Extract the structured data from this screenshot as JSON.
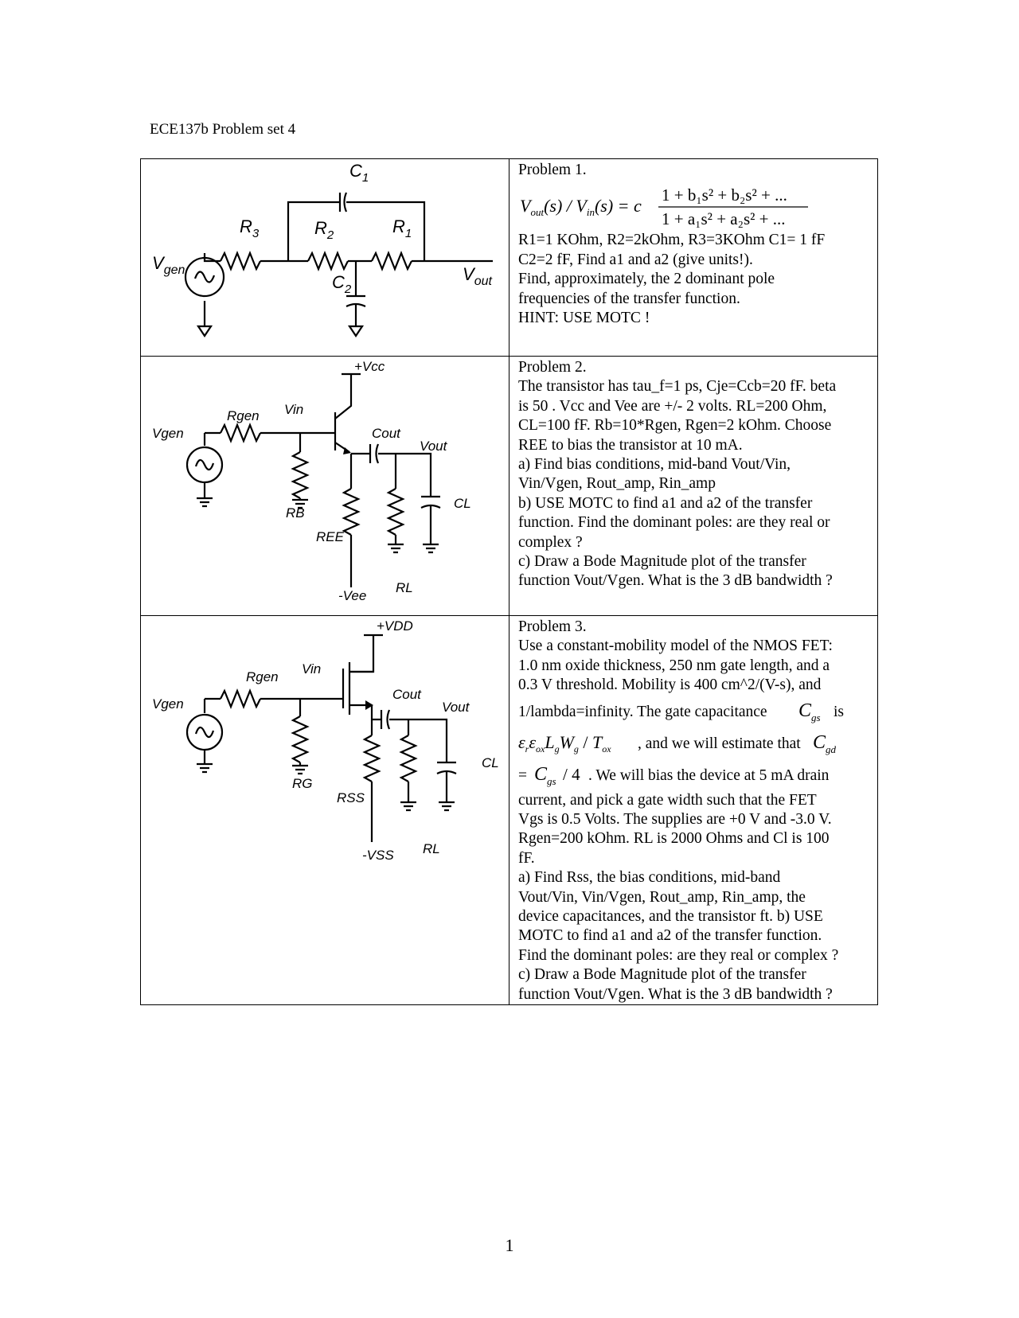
{
  "header": {
    "title": "ECE137b Problem set 4"
  },
  "problems": [
    {
      "heading": "Problem 1.",
      "equation": {
        "lhs": "V",
        "lhs_out": "out",
        "mid1": "(s) / V",
        "lhs_in": "in",
        "mid2": "(s) = c",
        "numerator": "1 + b₁s² + b₂s² + ...",
        "denominator": "1 + a₁s² + a₂s² + ..."
      },
      "lines": [
        "R1=1 KOhm, R2=2kOhm,  R3=3KOhm C1= 1 fF",
        "C2=2 fF, Find a1 and a2 (give units!).",
        "Find, approximately, the 2 dominant pole",
        "frequencies of the transfer function.",
        "HINT: USE MOTC !"
      ],
      "schematic": {
        "c1": "C",
        "c1_sub": "1",
        "r3": "R",
        "r3_sub": "3",
        "r2": "R",
        "r2_sub": "2",
        "r1": "R",
        "r1_sub": "1",
        "c2": "C",
        "c2_sub": "2",
        "vgen": "V",
        "vgen_sub": "gen",
        "vout": "V",
        "vout_sub": "out"
      }
    },
    {
      "heading": "Problem 2.",
      "lines": [
        "The transistor has tau_f=1 ps, Cje=Ccb=20 fF. beta",
        "is 50 . Vcc and Vee are +/- 2 volts. RL=200 Ohm,",
        "CL=100 fF. Rb=10*Rgen, Rgen=2 kOhm. Choose",
        "REE to bias the transistor at 10 mA.",
        "a) Find bias conditions, mid-band Vout/Vin,",
        "Vin/Vgen, Rout_amp, Rin_amp",
        "b) USE MOTC to find a1 and a2 of the transfer",
        "function. Find the dominant poles: are they real or",
        "complex ?",
        "c) Draw a Bode Magnitude plot of the transfer",
        "function Vout/Vgen. What is the 3 dB bandwidth ?"
      ],
      "schematic": {
        "vcc": "+Vcc",
        "vgen": "Vgen",
        "rgen": "Rgen",
        "vin": "Vin",
        "cout": "Cout",
        "vout": "Vout",
        "cl": "CL",
        "rb": "RB",
        "ree": "REE",
        "vee": "-Vee",
        "rl": "RL"
      }
    },
    {
      "heading": "Problem 3.",
      "lines_a": [
        "Use a constant-mobility model of the NMOS FET:",
        "1.0 nm oxide thickness, 250 nm gate length, and a",
        "0.3 V threshold. Mobility is 400 cm^2/(V-s), and"
      ],
      "line_cgs": "1/lambda=infinity.  The gate capacitance",
      "line_cgs_tail": "is",
      "line_eps_tail": ", and we will estimate that",
      "line_bias": ". We will bias the device at 5 mA drain",
      "lines_b": [
        "current, and pick a gate width such that the FET",
        "Vgs is 0.5 Volts.  The supplies are +0 V and -3.0 V.",
        "Rgen=200 kOhm. RL is  2000 Ohms and Cl is 100",
        "fF.",
        "a) Find Rss, the bias conditions, mid-band",
        "Vout/Vin, Vin/Vgen, Rout_amp, Rin_amp, the",
        "device capacitances, and the transistor ft. b) USE",
        "MOTC to find a1 and a2 of the transfer function.",
        "Find the dominant poles: are they real or complex ?",
        "c) Draw a Bode Magnitude plot of the transfer",
        "function Vout/Vgen. What is the 3 dB bandwidth ?"
      ],
      "schematic": {
        "vdd": "+VDD",
        "vgen": "Vgen",
        "rgen": "Rgen",
        "vin": "Vin",
        "cout": "Cout",
        "vout": "Vout",
        "cl": "CL",
        "rg": "RG",
        "rss": "RSS",
        "vss": "-VSS",
        "rl": "RL"
      }
    }
  ],
  "footer": {
    "page_number": "1"
  }
}
